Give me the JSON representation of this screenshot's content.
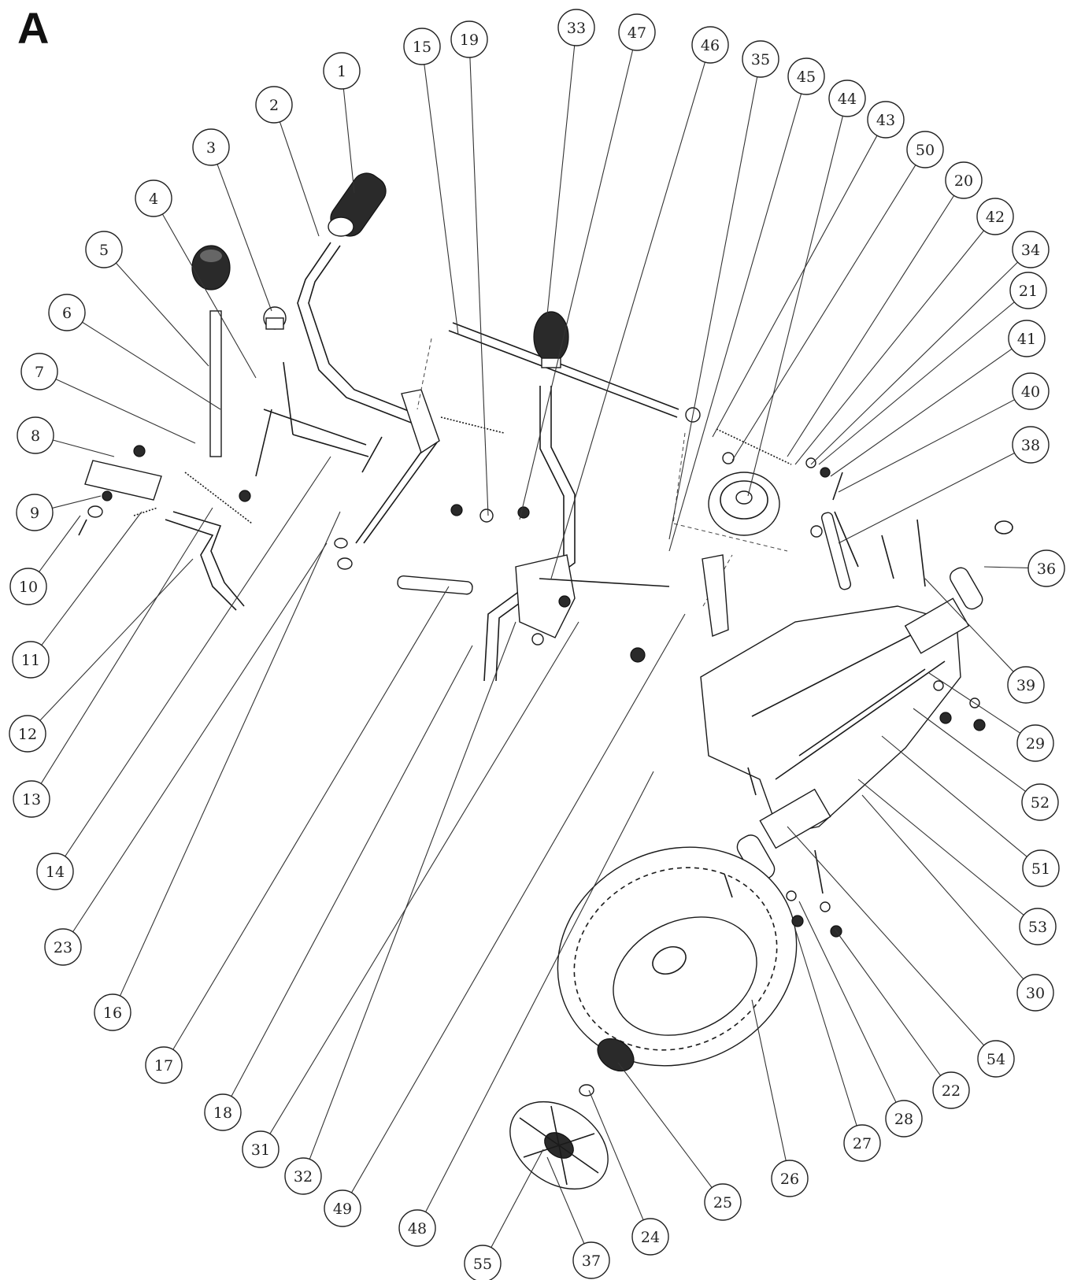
{
  "figure": {
    "panel_label": "A"
  },
  "callouts": [
    {
      "id": "1",
      "label": "1"
    },
    {
      "id": "2",
      "label": "2"
    },
    {
      "id": "3",
      "label": "3"
    },
    {
      "id": "4",
      "label": "4"
    },
    {
      "id": "5",
      "label": "5"
    },
    {
      "id": "6",
      "label": "6"
    },
    {
      "id": "7",
      "label": "7"
    },
    {
      "id": "8",
      "label": "8"
    },
    {
      "id": "9",
      "label": "9"
    },
    {
      "id": "10",
      "label": "10"
    },
    {
      "id": "11",
      "label": "11"
    },
    {
      "id": "12",
      "label": "12"
    },
    {
      "id": "13",
      "label": "13"
    },
    {
      "id": "14",
      "label": "14"
    },
    {
      "id": "23",
      "label": "23"
    },
    {
      "id": "16",
      "label": "16"
    },
    {
      "id": "17",
      "label": "17"
    },
    {
      "id": "18",
      "label": "18"
    },
    {
      "id": "31",
      "label": "31"
    },
    {
      "id": "32",
      "label": "32"
    },
    {
      "id": "49",
      "label": "49"
    },
    {
      "id": "48",
      "label": "48"
    },
    {
      "id": "55",
      "label": "55"
    },
    {
      "id": "37",
      "label": "37"
    },
    {
      "id": "24",
      "label": "24"
    },
    {
      "id": "25",
      "label": "25"
    },
    {
      "id": "26",
      "label": "26"
    },
    {
      "id": "27",
      "label": "27"
    },
    {
      "id": "28",
      "label": "28"
    },
    {
      "id": "22",
      "label": "22"
    },
    {
      "id": "54",
      "label": "54"
    },
    {
      "id": "30",
      "label": "30"
    },
    {
      "id": "53",
      "label": "53"
    },
    {
      "id": "51",
      "label": "51"
    },
    {
      "id": "52",
      "label": "52"
    },
    {
      "id": "29",
      "label": "29"
    },
    {
      "id": "39",
      "label": "39"
    },
    {
      "id": "36",
      "label": "36"
    },
    {
      "id": "38",
      "label": "38"
    },
    {
      "id": "40",
      "label": "40"
    },
    {
      "id": "41",
      "label": "41"
    },
    {
      "id": "21",
      "label": "21"
    },
    {
      "id": "34",
      "label": "34"
    },
    {
      "id": "42",
      "label": "42"
    },
    {
      "id": "20",
      "label": "20"
    },
    {
      "id": "50",
      "label": "50"
    },
    {
      "id": "43",
      "label": "43"
    },
    {
      "id": "44",
      "label": "44"
    },
    {
      "id": "45",
      "label": "45"
    },
    {
      "id": "35",
      "label": "35"
    },
    {
      "id": "46",
      "label": "46"
    },
    {
      "id": "47",
      "label": "47"
    },
    {
      "id": "33",
      "label": "33"
    },
    {
      "id": "19",
      "label": "19"
    },
    {
      "id": "15",
      "label": "15"
    }
  ]
}
